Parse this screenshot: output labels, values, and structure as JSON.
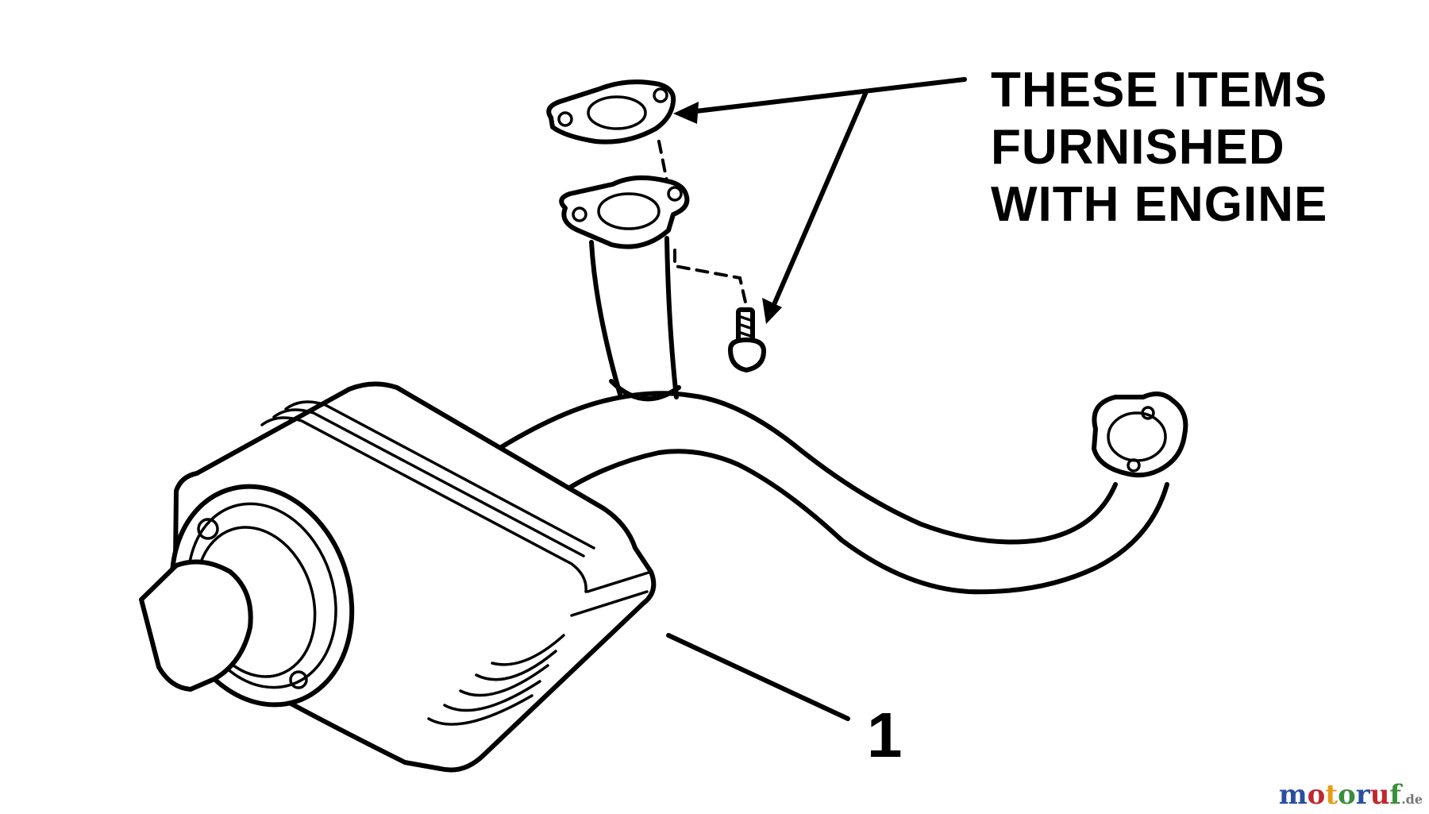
{
  "callout": {
    "line1": "THESE ITEMS",
    "line2": "FURNISHED",
    "line3": "WITH ENGINE"
  },
  "part_label": "1",
  "watermark": {
    "text": "motoruf",
    "suffix": ".de",
    "colors": [
      "#2a4fa0",
      "#c0282d",
      "#e89b1b",
      "#3a8f3c",
      "#2a4fa0",
      "#c0282d",
      "#3a8f3c"
    ]
  }
}
